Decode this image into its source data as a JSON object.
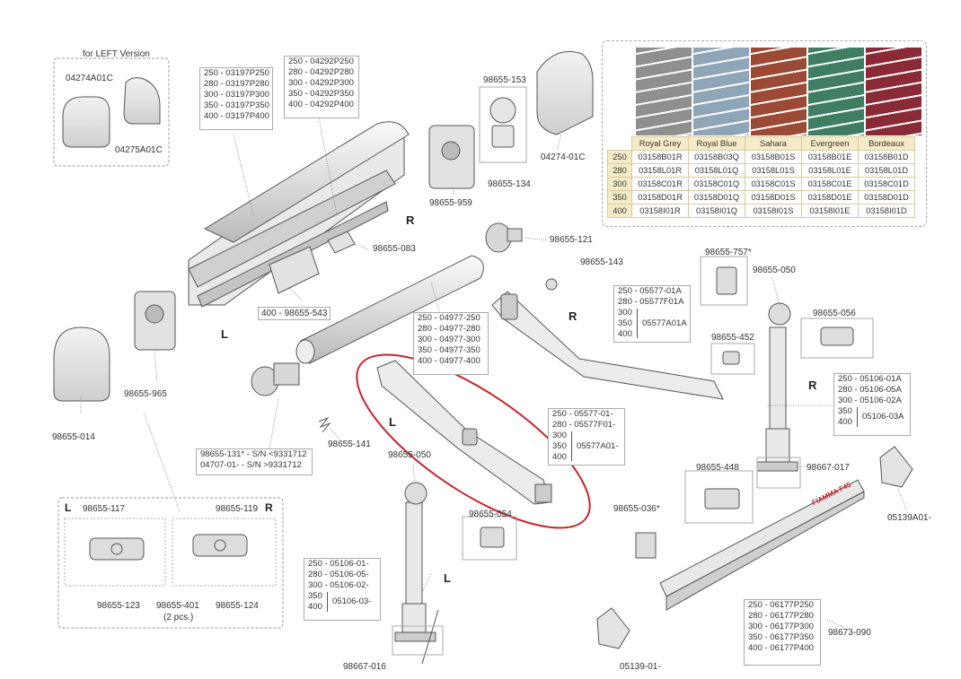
{
  "callouts": {
    "left_version_title": "for LEFT Version",
    "p04274A01C": "04274A01C",
    "p04275A01C": "04275A01C",
    "p98655_014": "98655-014",
    "p98655_965": "98655-965",
    "p98655_959": "98655-959",
    "p98655_153": "98655-153",
    "p98655_134": "98655-134",
    "p04274_01C": "04274-01C",
    "p98655_083": "98655-083",
    "p98655_121": "98655-121",
    "p98655_143": "98655-143",
    "p98655_543": "400 - 98655-543",
    "p98655_141": "98655-141",
    "p98655_757": "98655-757*",
    "p98655_050_right": "98655-050",
    "p98655_056": "98655-056",
    "p98655_452": "98655-452",
    "p98667_017": "98667-017",
    "p98655_448": "98655-448",
    "p05139A01": "05139A01-",
    "p98655_036": "98655-036*",
    "p98655_054": "98655-054",
    "p98655_050_left": "98655-050",
    "p98667_016": "98667-016",
    "p05139_01": "05139-01-",
    "p98673_090": "98673-090",
    "p98655_117": "98655-117",
    "p98655_119": "98655-119",
    "p98655_123": "98655-123",
    "p98655_401": "98655-401",
    "p98655_401_qty": "(2 pcs.)",
    "p98655_124": "98655-124"
  },
  "side_markers": {
    "r_top": "R",
    "l_mid": "L",
    "r_arm": "R",
    "l_arm": "L",
    "r_leg": "R",
    "l_leg": "L",
    "l_kit": "L",
    "r_kit": "R"
  },
  "part_tables": {
    "cover_03197": [
      "250 - 03197P250",
      "280 - 03197P280",
      "300 - 03197P300",
      "350 - 03197P350",
      "400 - 03197P400"
    ],
    "front_04292": [
      "250 - 04292P250",
      "280 - 04292P280",
      "300 - 04292P300",
      "350 - 04292P350",
      "400 - 04292P400"
    ],
    "tube_04977": [
      "250 - 04977-250",
      "280 - 04977-280",
      "300 - 04977-300",
      "350 - 04977-350",
      "400 - 04977-400"
    ],
    "arm_r_05577": [
      "250 - 05577-01A",
      "280 - 05577F01A"
    ],
    "arm_r_group": {
      "sizes": [
        "300",
        "350",
        "400"
      ],
      "code": "05577A01A"
    },
    "arm_l_05577": [
      "250 - 05577-01-",
      "280 - 05577F01-"
    ],
    "arm_l_group": {
      "sizes": [
        "300",
        "350",
        "400"
      ],
      "code": "05577A01-"
    },
    "leg_r_05106": [
      "250 - 05106-01A",
      "280 - 05106-05A",
      "300 - 05106-02A"
    ],
    "leg_r_group": {
      "sizes": [
        "350",
        "400"
      ],
      "code": "05106-03A"
    },
    "leg_l_05106": [
      "250 - 05106-01-",
      "280 - 05106-05-",
      "300 - 05106-02-"
    ],
    "leg_l_group": {
      "sizes": [
        "350",
        "400"
      ],
      "code": "05106-03-"
    },
    "rail_06177": [
      "250 - 06177P250",
      "280 - 06177P280",
      "300 - 06177P300",
      "350 - 06177P350",
      "400 - 06177P400"
    ],
    "roller_131": [
      "98655-131* - S/N <9331712",
      "04707-01-  - S/N >9331712"
    ]
  },
  "brand_label": "FIAMMA F45",
  "color_table": {
    "columns": [
      "Royal Grey",
      "Royal Blue",
      "Sahara",
      "Evergreen",
      "Bordeaux"
    ],
    "swatch_colors": [
      "#8f8f8f",
      "#8fa5b8",
      "#9b4a35",
      "#3f7e63",
      "#8a2a36"
    ],
    "rows": [
      {
        "size": "250",
        "codes": [
          "03158B01R",
          "03158B03Q",
          "03158B01S",
          "03158B01E",
          "03158B01D"
        ]
      },
      {
        "size": "280",
        "codes": [
          "03158L01R",
          "03158L01Q",
          "03158L01S",
          "03158L01E",
          "03158L01D"
        ]
      },
      {
        "size": "300",
        "codes": [
          "03158C01R",
          "03158C01Q",
          "03158C01S",
          "03158C01E",
          "03158C01D"
        ]
      },
      {
        "size": "350",
        "codes": [
          "03158D01R",
          "03158D01Q",
          "03158D01S",
          "03158D01E",
          "03158D01D"
        ]
      },
      {
        "size": "400",
        "codes": [
          "03158I01R",
          "03158I01Q",
          "03158I01S",
          "03158I01E",
          "03158I01D"
        ]
      }
    ]
  },
  "highlight_color": "#c8252b"
}
